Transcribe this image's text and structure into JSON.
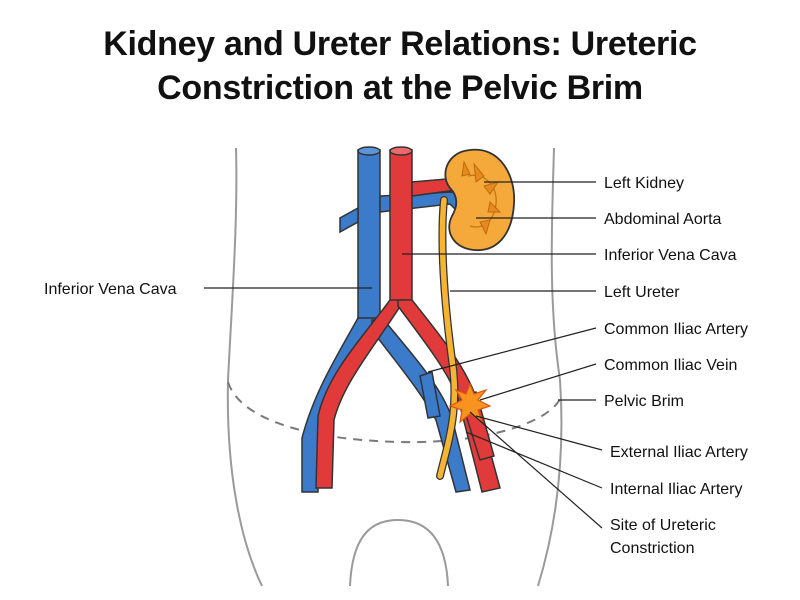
{
  "title": {
    "line1": "Kidney and Ureter Relations: Ureteric",
    "line2": "Constriction at the Pelvic Brim"
  },
  "labels": {
    "left_kidney": "Left Kidney",
    "abdominal_aorta": "Abdominal Aorta",
    "inferior_vena_cava_right": "Inferior Vena Cava",
    "left_ureter": "Left Ureter",
    "common_iliac_artery": "Common Iliac Artery",
    "common_iliac_vein": "Common Iliac Vein",
    "pelvic_brim": "Pelvic Brim",
    "external_iliac_artery": "External Iliac Artery",
    "internal_iliac_artery": "Internal Iliac Artery",
    "site_constriction_line1": "Site of Ureteric",
    "site_constriction_line2": "Constriction",
    "inferior_vena_cava_left": "Inferior Vena Cava"
  },
  "colors": {
    "artery": "#e03a3a",
    "vein": "#3b7bc9",
    "ureter": "#f5b431",
    "kidney": "#f6a93b",
    "outline": "#333333",
    "body_outline": "#9a9a9a",
    "constriction": "#f7931e"
  }
}
